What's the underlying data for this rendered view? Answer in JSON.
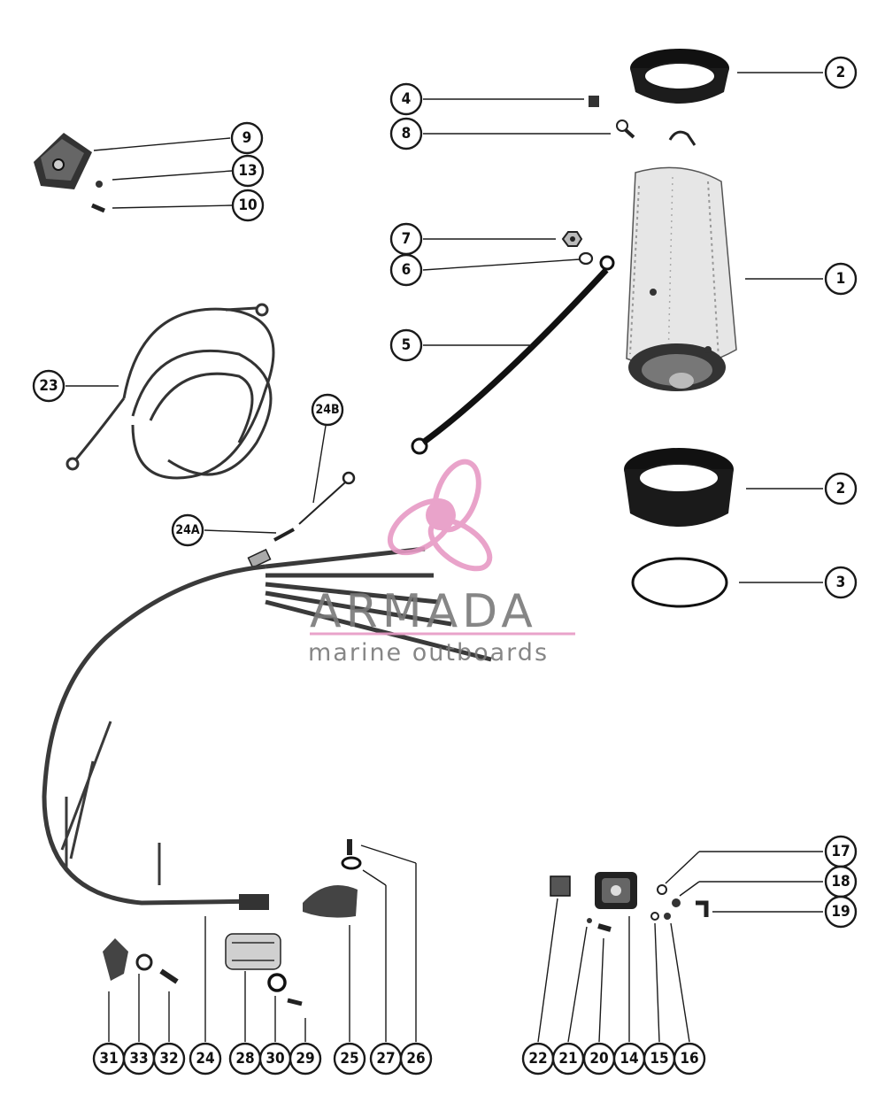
{
  "callouts": [
    {
      "id": "c2a",
      "label": "2"
    },
    {
      "id": "c4",
      "label": "4"
    },
    {
      "id": "c8",
      "label": "8"
    },
    {
      "id": "c9",
      "label": "9"
    },
    {
      "id": "c13",
      "label": "13"
    },
    {
      "id": "c10",
      "label": "10"
    },
    {
      "id": "c7",
      "label": "7"
    },
    {
      "id": "c6",
      "label": "6"
    },
    {
      "id": "c1",
      "label": "1"
    },
    {
      "id": "c5",
      "label": "5"
    },
    {
      "id": "c23",
      "label": "23"
    },
    {
      "id": "c24b",
      "label": "24B"
    },
    {
      "id": "c2b",
      "label": "2"
    },
    {
      "id": "c24a",
      "label": "24A"
    },
    {
      "id": "c3",
      "label": "3"
    },
    {
      "id": "c17",
      "label": "17"
    },
    {
      "id": "c18",
      "label": "18"
    },
    {
      "id": "c19",
      "label": "19"
    },
    {
      "id": "c31",
      "label": "31"
    },
    {
      "id": "c33",
      "label": "33"
    },
    {
      "id": "c32",
      "label": "32"
    },
    {
      "id": "c24",
      "label": "24"
    },
    {
      "id": "c28",
      "label": "28"
    },
    {
      "id": "c30",
      "label": "30"
    },
    {
      "id": "c29",
      "label": "29"
    },
    {
      "id": "c25",
      "label": "25"
    },
    {
      "id": "c27",
      "label": "27"
    },
    {
      "id": "c26",
      "label": "26"
    },
    {
      "id": "c22",
      "label": "22"
    },
    {
      "id": "c21",
      "label": "21"
    },
    {
      "id": "c20",
      "label": "20"
    },
    {
      "id": "c14",
      "label": "14"
    },
    {
      "id": "c15",
      "label": "15"
    },
    {
      "id": "c16",
      "label": "16"
    }
  ],
  "watermark": {
    "name": "ARMADA",
    "tagline": "marine outboards",
    "accent_color": "#e79ac5"
  }
}
